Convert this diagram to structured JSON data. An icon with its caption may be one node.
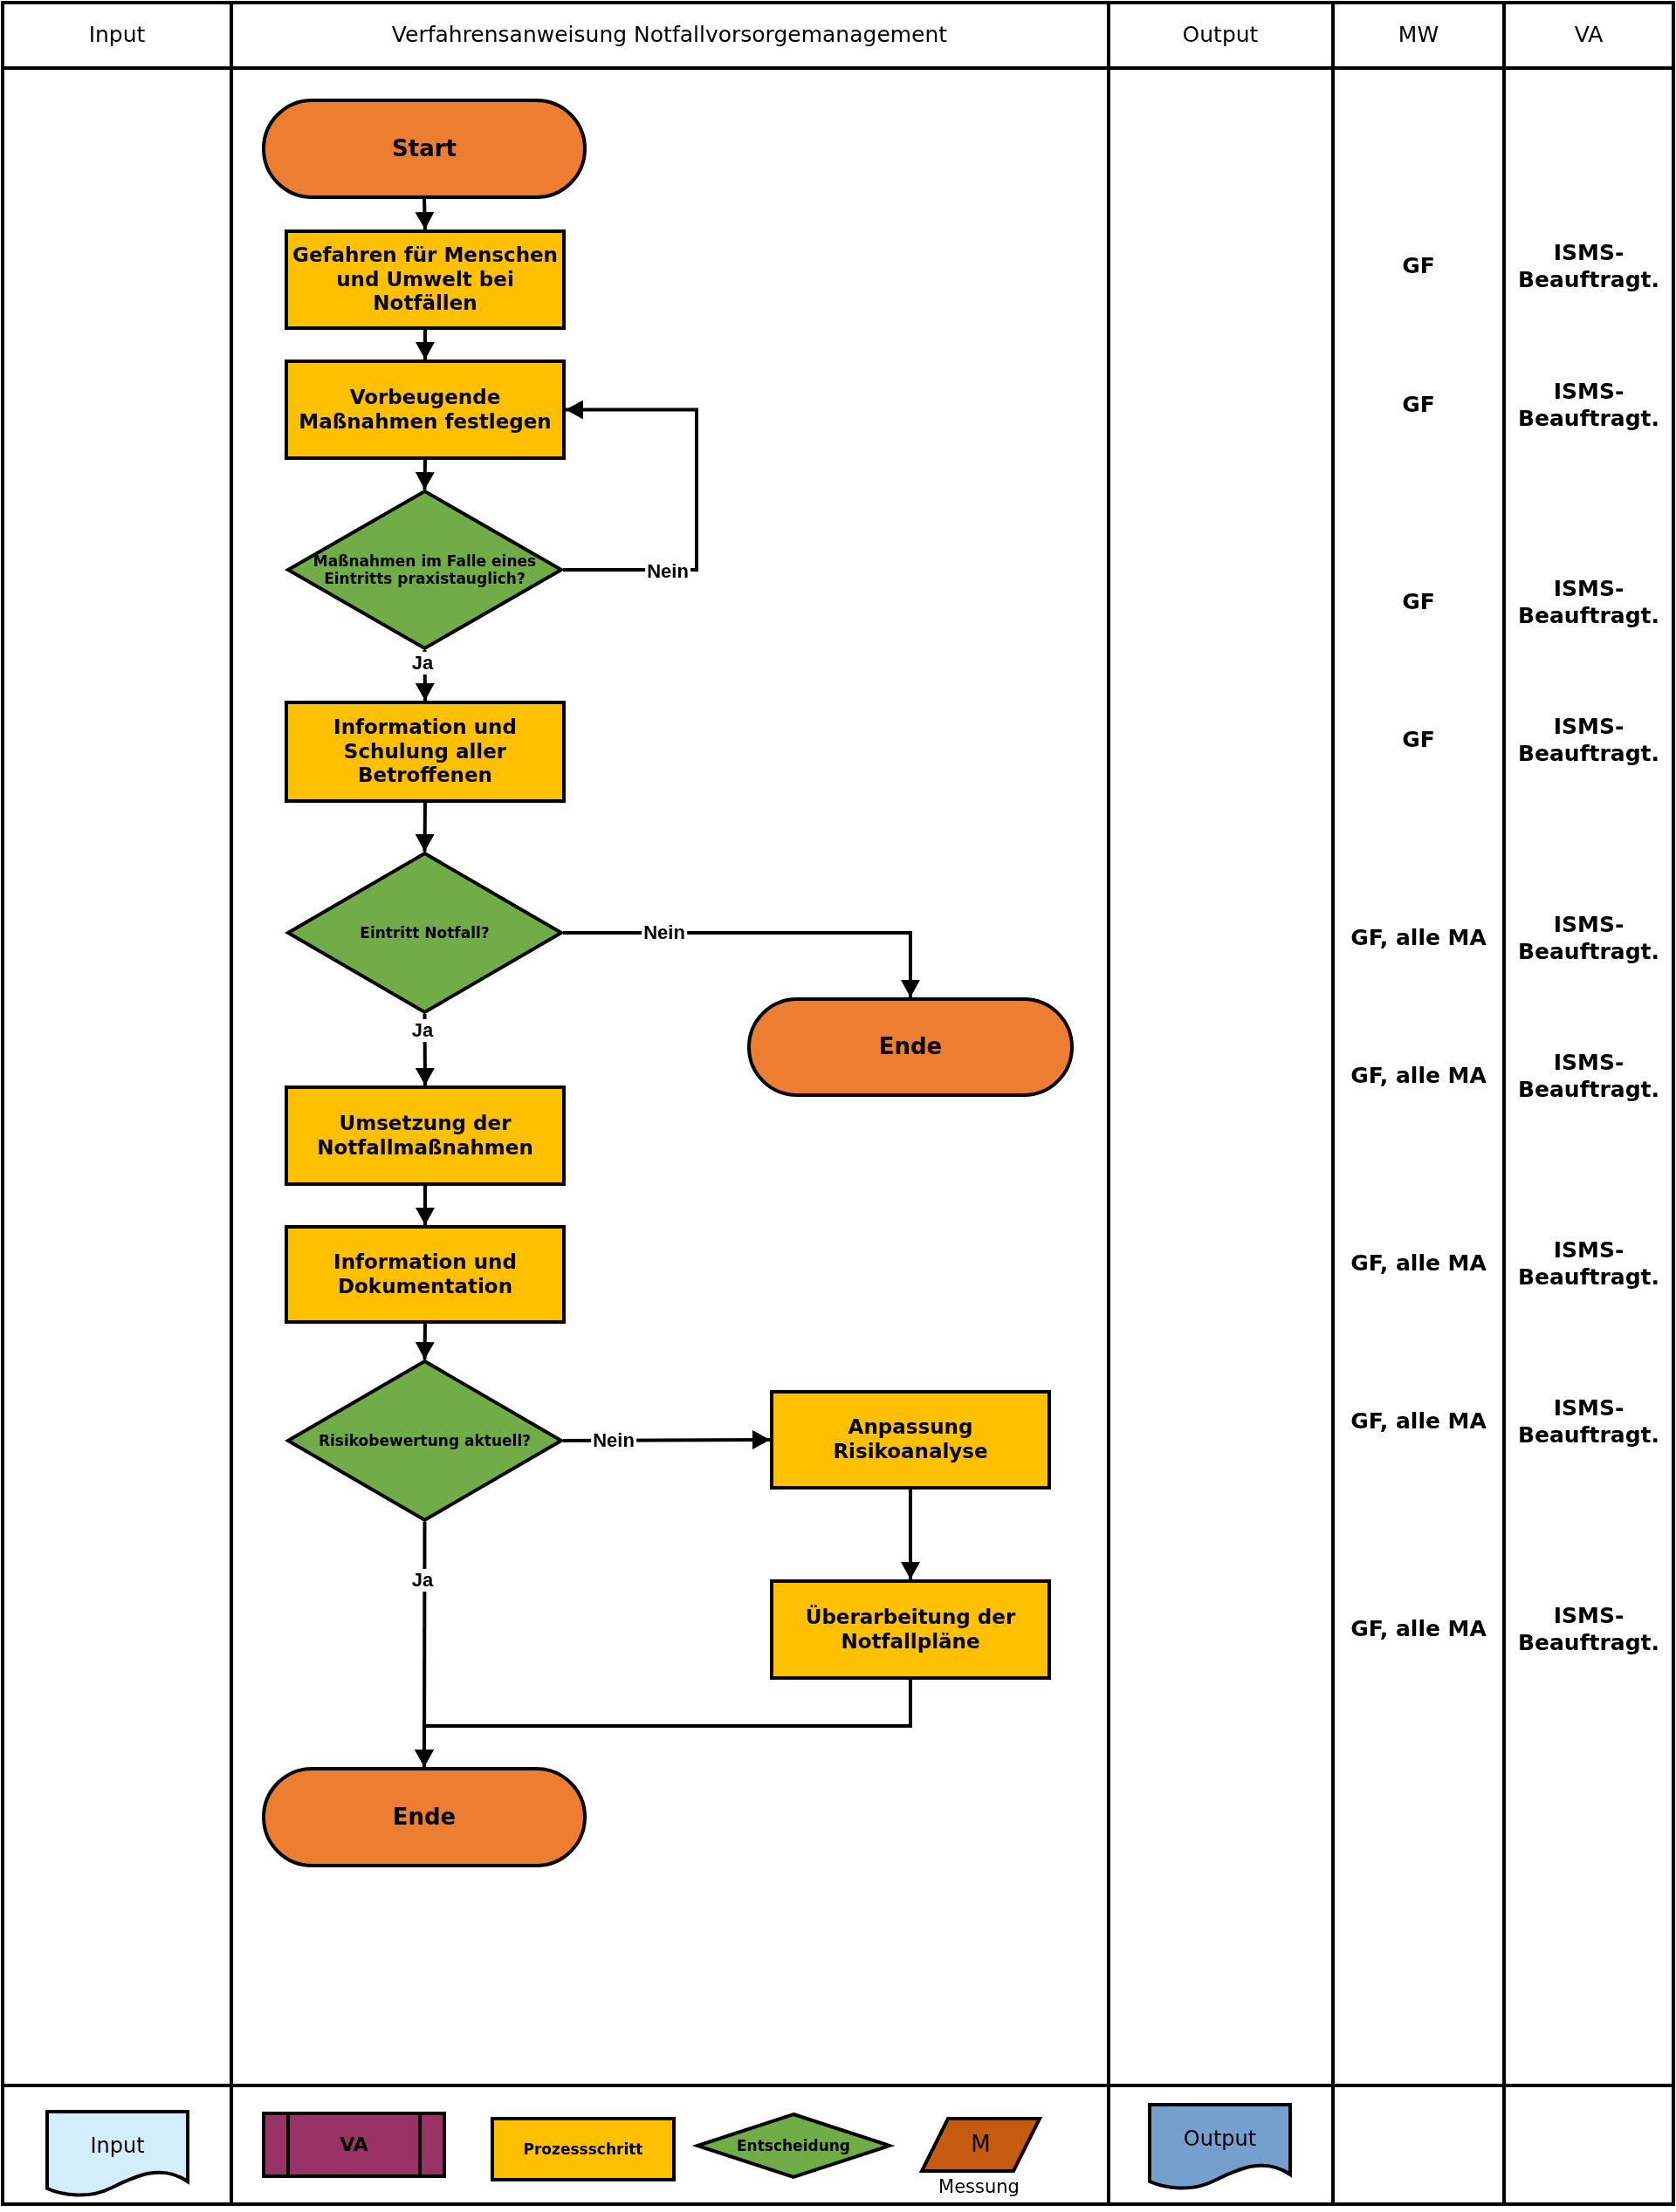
{
  "diagram": {
    "nodes": [
      {
        "text": [
          "Start"
        ]
      },
      {
        "text": [
          "Gefahren für Menschen und Umwelt bei Notfällen"
        ]
      },
      {
        "text": [
          "Vorbeugende Maßnahmen festlegen"
        ]
      },
      {
        "text": [
          "Maßnahmen im Falle eines Eintritts praxistauglich?"
        ]
      },
      {
        "text": [
          "Information und Schulung aller Betroffenen"
        ]
      },
      {
        "text": [
          "Eintritt Notfall?"
        ]
      },
      {
        "text": [
          "Ende"
        ]
      },
      {
        "text": [
          "Umsetzung der Notfallmaßnahmen"
        ]
      },
      {
        "text": [
          "Information und Dokumentation"
        ]
      },
      {
        "text": [
          "Risikobewertung aktuell?"
        ]
      },
      {
        "text": [
          "Anpassung Risikoanalyse"
        ]
      },
      {
        "text": [
          "Überarbeitung der Notfallpläne"
        ]
      },
      {
        "text": [
          "Ende"
        ]
      },
      {
        "text": [
          "Input"
        ]
      },
      {
        "text": [
          "VA"
        ]
      },
      {
        "text": [
          "Prozessschritt"
        ]
      },
      {
        "text": [
          "Entscheidung"
        ]
      },
      {
        "text": [
          "M"
        ],
        "beside": [
          "Messung"
        ]
      },
      {
        "text": [
          "Output"
        ]
      }
    ],
    "edges": [
      {
        "from": 0,
        "to": 1,
        "arrow": "to"
      },
      {
        "from": 1,
        "to": 2,
        "arrow": "to"
      },
      {
        "from": 2,
        "to": 3,
        "arrow": "to"
      },
      {
        "from": 3,
        "to": 2,
        "arrow": "to",
        "label": "Nein"
      },
      {
        "from": 3,
        "to": 4,
        "arrow": "to",
        "label": "Ja"
      },
      {
        "from": 4,
        "to": 5,
        "arrow": "to"
      },
      {
        "from": 5,
        "to": 6,
        "arrow": "to",
        "label": "Nein"
      },
      {
        "from": 5,
        "to": 7,
        "arrow": "to",
        "label": "Ja"
      },
      {
        "from": 7,
        "to": 8,
        "arrow": "to"
      },
      {
        "from": 8,
        "to": 9,
        "arrow": "to"
      },
      {
        "from": 9,
        "to": 10,
        "arrow": "to",
        "label": "Nein"
      },
      {
        "from": 10,
        "to": 11,
        "arrow": "to"
      },
      {
        "from": 9,
        "to": 12,
        "arrow": "to",
        "label": "Ja"
      },
      {
        "from": 11,
        "to": 12,
        "arrow": "to"
      }
    ],
    "labels": [
      "Input",
      "Verfahrensanweisung Notfallvorsorgemanagement",
      "Output",
      "MW",
      "VA",
      "GF",
      "ISMS- Beauftragt.",
      "GF",
      "ISMS- Beauftragt.",
      "GF",
      "ISMS- Beauftragt.",
      "GF",
      "ISMS- Beauftragt.",
      "GF, alle MA",
      "ISMS- Beauftragt.",
      "GF, alle MA",
      "ISMS- Beauftragt.",
      "GF, alle MA",
      "ISMS- Beauftragt.",
      "GF, alle MA",
      "ISMS- Beauftragt.",
      "GF, alle MA",
      "ISMS- Beauftragt."
    ]
  }
}
